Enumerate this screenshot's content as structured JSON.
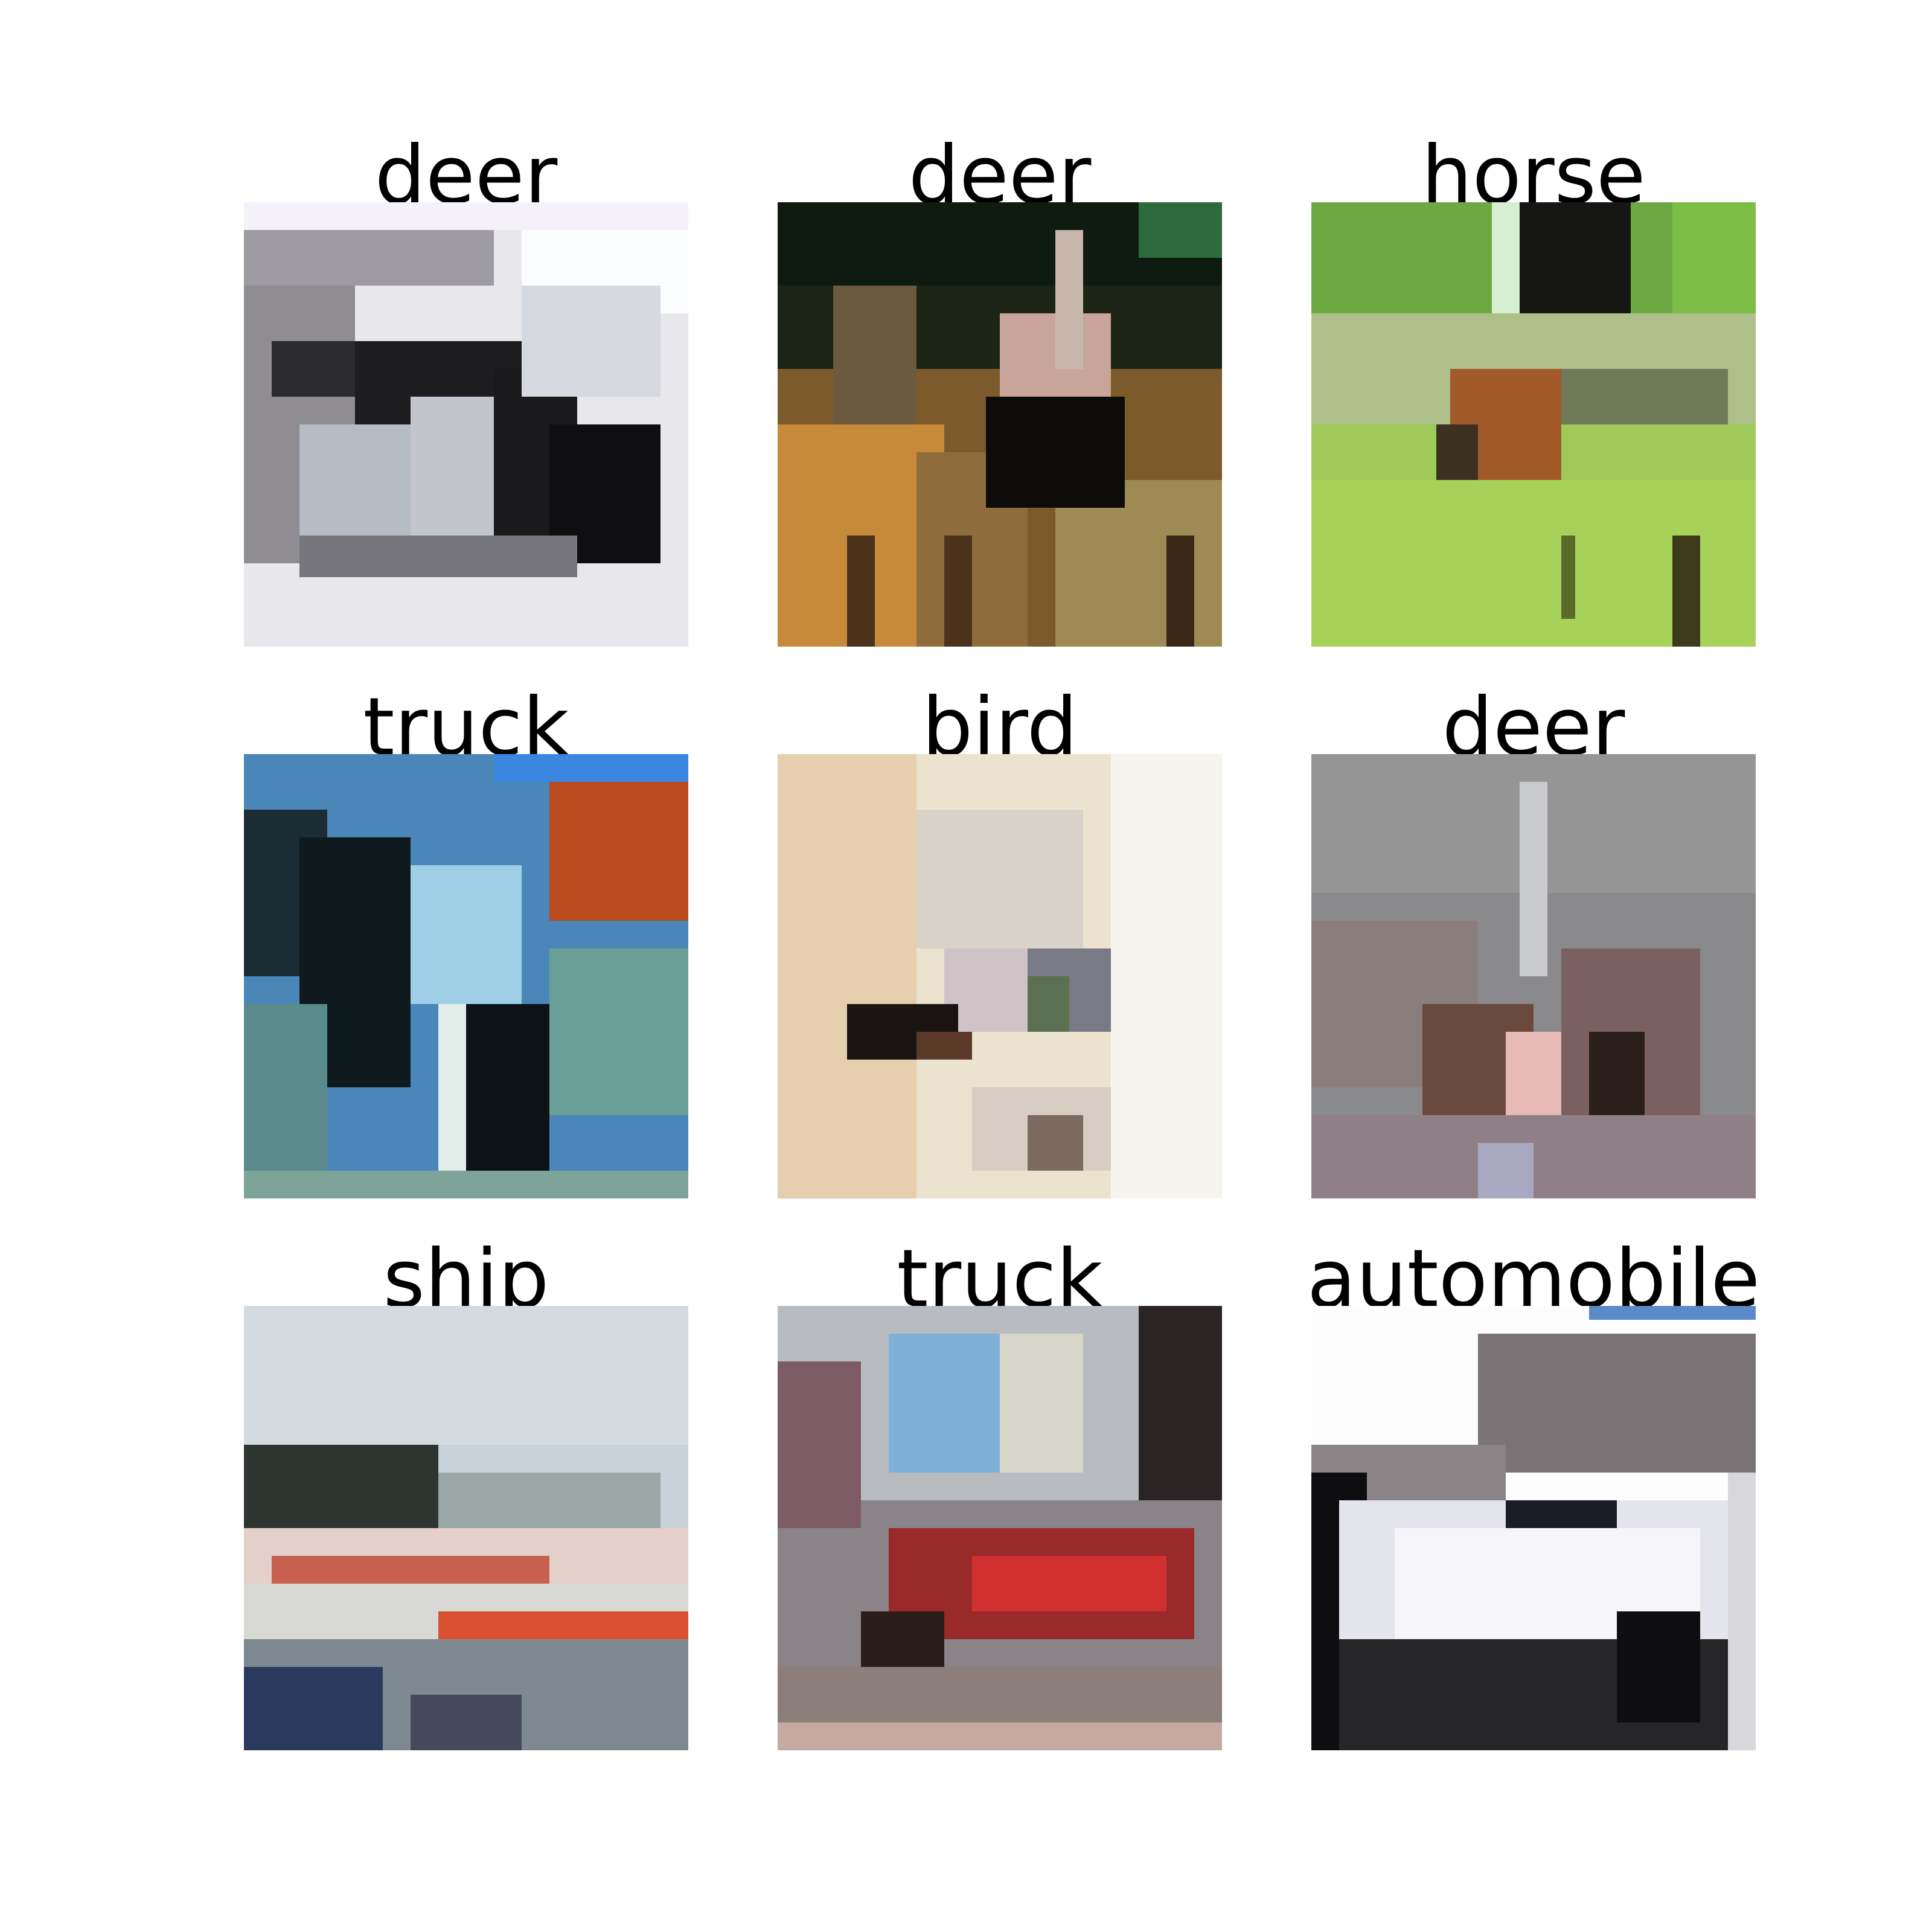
{
  "grid": [
    {
      "label": "deer",
      "image": "grayscale-object-on-white-background"
    },
    {
      "label": "deer",
      "image": "deer-in-dark-forest-and-tall-grass"
    },
    {
      "label": "horse",
      "image": "horse-on-green-grass-field"
    },
    {
      "label": "truck",
      "image": "blue-sky-trees-and-red-foliage"
    },
    {
      "label": "bird",
      "image": "pale-bird-on-cream-background"
    },
    {
      "label": "deer",
      "image": "deer-in-gray-purple-brush"
    },
    {
      "label": "ship",
      "image": "red-white-ship-on-water"
    },
    {
      "label": "truck",
      "image": "red-truck-on-street"
    },
    {
      "label": "automobile",
      "image": "white-car-by-building"
    }
  ]
}
